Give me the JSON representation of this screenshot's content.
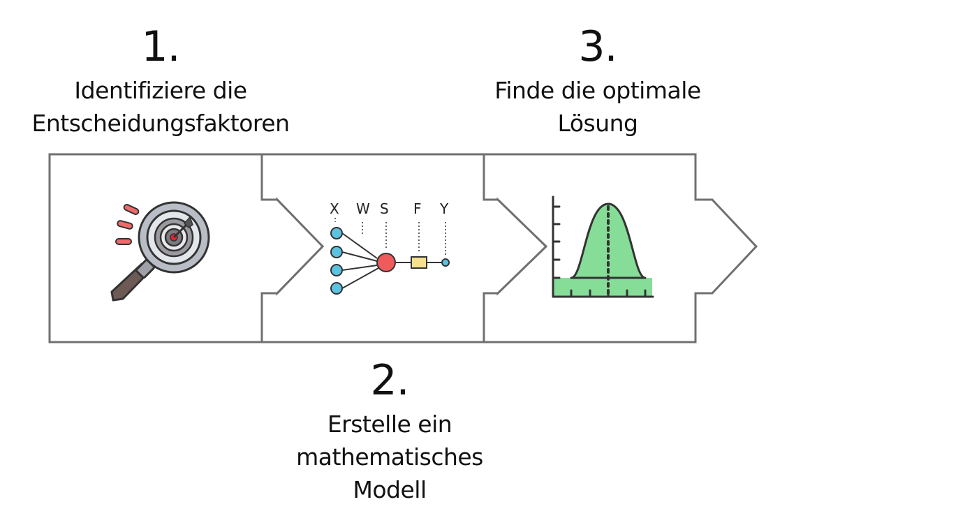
{
  "steps": [
    {
      "number": "1.",
      "label_lines": [
        "Identifiziere die",
        "Entscheidungsfaktoren"
      ],
      "icon": "magnifier-target-icon"
    },
    {
      "number": "2.",
      "label_lines": [
        "Erstelle ein",
        "mathematisches",
        "Modell"
      ],
      "icon": "neural-network-icon",
      "icon_letters": [
        "X",
        "W",
        "S",
        "F",
        "Y"
      ]
    },
    {
      "number": "3.",
      "label_lines": [
        "Finde die optimale",
        "Lösung"
      ],
      "icon": "bell-curve-chart-icon"
    }
  ],
  "colors": {
    "outline": "#707070",
    "target_red": "#e8232a",
    "node_blue": "#5bc2e0",
    "node_red": "#ef5a5a",
    "box_yellow": "#f7e08c",
    "curve_green": "#86dd98",
    "handle_brown": "#6e5a55"
  }
}
